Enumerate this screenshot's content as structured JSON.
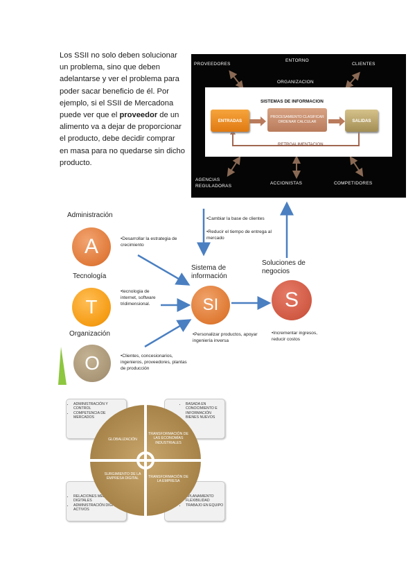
{
  "intro": {
    "before": "Los SSII no solo deben solucionar un problema, sino que deben adelantarse y ver el problema para poder sacar beneficio de él. Por ejemplo, si el SSII de Mercadona puede ver que el",
    "bold": "proveedor",
    "after": "de un alimento va a dejar de proporcionar el producto, debe decidir comprar en masa para no quedarse sin dicho producto."
  },
  "system_diagram": {
    "entorno": "ENTORNO",
    "proveedores": "PROVEEDORES",
    "clientes": "CLIENTES",
    "organizacion": "ORGANIZACION",
    "sistemas": "SISTEMAS DE INFORMACION",
    "entradas": "ENTRADAS",
    "procesamiento": "PROCESAMIENTO CLASIFICAR ORDENAR CALCULAR",
    "salidas": "SALIDAS",
    "retro": "RETROALIMENTACION",
    "agencias": "AGENCIAS REGULADORAS",
    "accionistas": "ACCIONISTAS",
    "competidores": "COMPETIDORES",
    "colors": {
      "input": "#e88a20",
      "output": "#b9a56c",
      "process": "#c88a6a",
      "arrow": "#8a6a55"
    }
  },
  "atosi": {
    "administracion": "Administración",
    "tecnologia": "Tecnología",
    "organizacion": "Organización",
    "letter_a": "A",
    "letter_t": "T",
    "letter_o": "O",
    "letter_si": "SI",
    "letter_s": "S",
    "sistema": "Sistema de información",
    "soluciones": "Soluciones de negocios",
    "note_cambiar": "•Cambiar la base de clientes",
    "note_reducir": "•Reducir el tiempo de entrega al mercado",
    "note_desarrollar": "•Desarrollar la estrategia de crecimiento",
    "note_tecnologia": "•tecnologia de internet, software tridimensional.",
    "note_personalizar": "•Personalizar productos, apoyar ingeniería inversa",
    "note_incrementar": "•Incrementar ingresos, reducir costos",
    "note_clientes": "•Clientes, concesionarios, ingenieros, proveedores, plantas de producción",
    "colors": {
      "arrow": "#4a7fc1",
      "a": "#e07a3a",
      "t": "#f59c14",
      "o": "#a99677",
      "si": "#df7a33",
      "s": "#d05a44"
    }
  },
  "circle": {
    "tl1": "ADMINISTRACIÓN Y CONTROL",
    "tl2": "COMPETENCIA DE MERCADOS",
    "tr1": "BASADA EN CONOCIMIENTO E INFORMACIÓN",
    "tr2": "BIENES NUEVOS",
    "bl1": "RELACIONES MEDIOS DIGITALES",
    "bl2": "ADMINISTRACIÓN DIGITAL DE ACTIVOS",
    "br1": "APLANAMIENTO",
    "br2": "FLEXIBILIDAD",
    "br3": "TRABAJO EN EQUIPO",
    "q1": "GLOBALIZACIÓN",
    "q2": "TRANSFORMACIÓN DE LAS ECONOMÍAS INDUSTRIALES",
    "q3": "SURGIMIENTO DE LA EMPRESA DIGITAL",
    "q4": "TRANSFORMACIÓN DE LA EMPRESA",
    "colors": {
      "pie": "#a8854a",
      "pie_light": "#b99660"
    }
  }
}
